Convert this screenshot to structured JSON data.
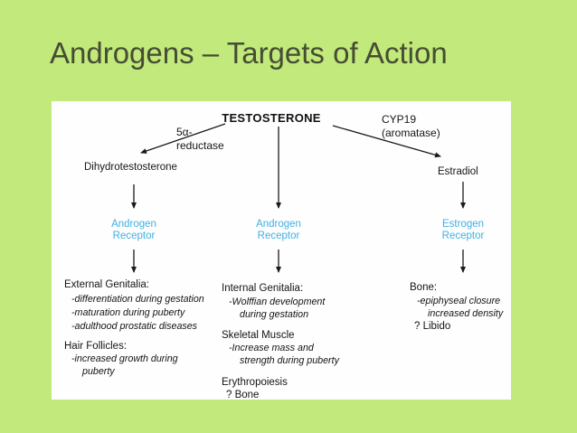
{
  "slide": {
    "title": "Androgens – Targets of Action"
  },
  "diagram": {
    "nodes": {
      "testosterone": "TESTOSTERONE",
      "dihydrotestosterone": "Dihydrotestosterone",
      "estradiol": "Estradiol"
    },
    "enzymes": {
      "reductase_l1": "5α-",
      "reductase_l2": "reductase",
      "aromatase_l1": "CYP19",
      "aromatase_l2": "(aromatase)"
    },
    "receptors": [
      {
        "l1": "Androgen",
        "l2": "Receptor"
      },
      {
        "l1": "Androgen",
        "l2": "Receptor"
      },
      {
        "l1": "Estrogen",
        "l2": "Receptor"
      }
    ],
    "columns": [
      {
        "sections": [
          {
            "heading": "External Genitalia:",
            "lines": [
              "-differentiation during gestation",
              "-maturation during puberty",
              "-adulthood prostatic diseases"
            ]
          },
          {
            "heading": "Hair Follicles:",
            "lines": [
              "-increased growth during",
              "puberty"
            ]
          }
        ]
      },
      {
        "sections": [
          {
            "heading": "Internal Genitalia:",
            "lines": [
              "-Wolffian development",
              "during gestation"
            ]
          },
          {
            "heading": "Skeletal Muscle",
            "lines": [
              "-Increase mass and",
              "strength during puberty"
            ]
          },
          {
            "heading": "Erythropoiesis",
            "lines": [
              "? Bone"
            ]
          }
        ]
      },
      {
        "sections": [
          {
            "heading": "Bone:",
            "lines": [
              "-epiphyseal closure",
              "increased density",
              "? Libido"
            ]
          }
        ]
      }
    ],
    "colors": {
      "slide_background": "#c2e97b",
      "title_text": "#454d33",
      "panel_background": "#fefefe",
      "diagram_text": "#161616",
      "receptor_text": "#3fb0e2",
      "arrow": "#1a1a1a"
    }
  }
}
